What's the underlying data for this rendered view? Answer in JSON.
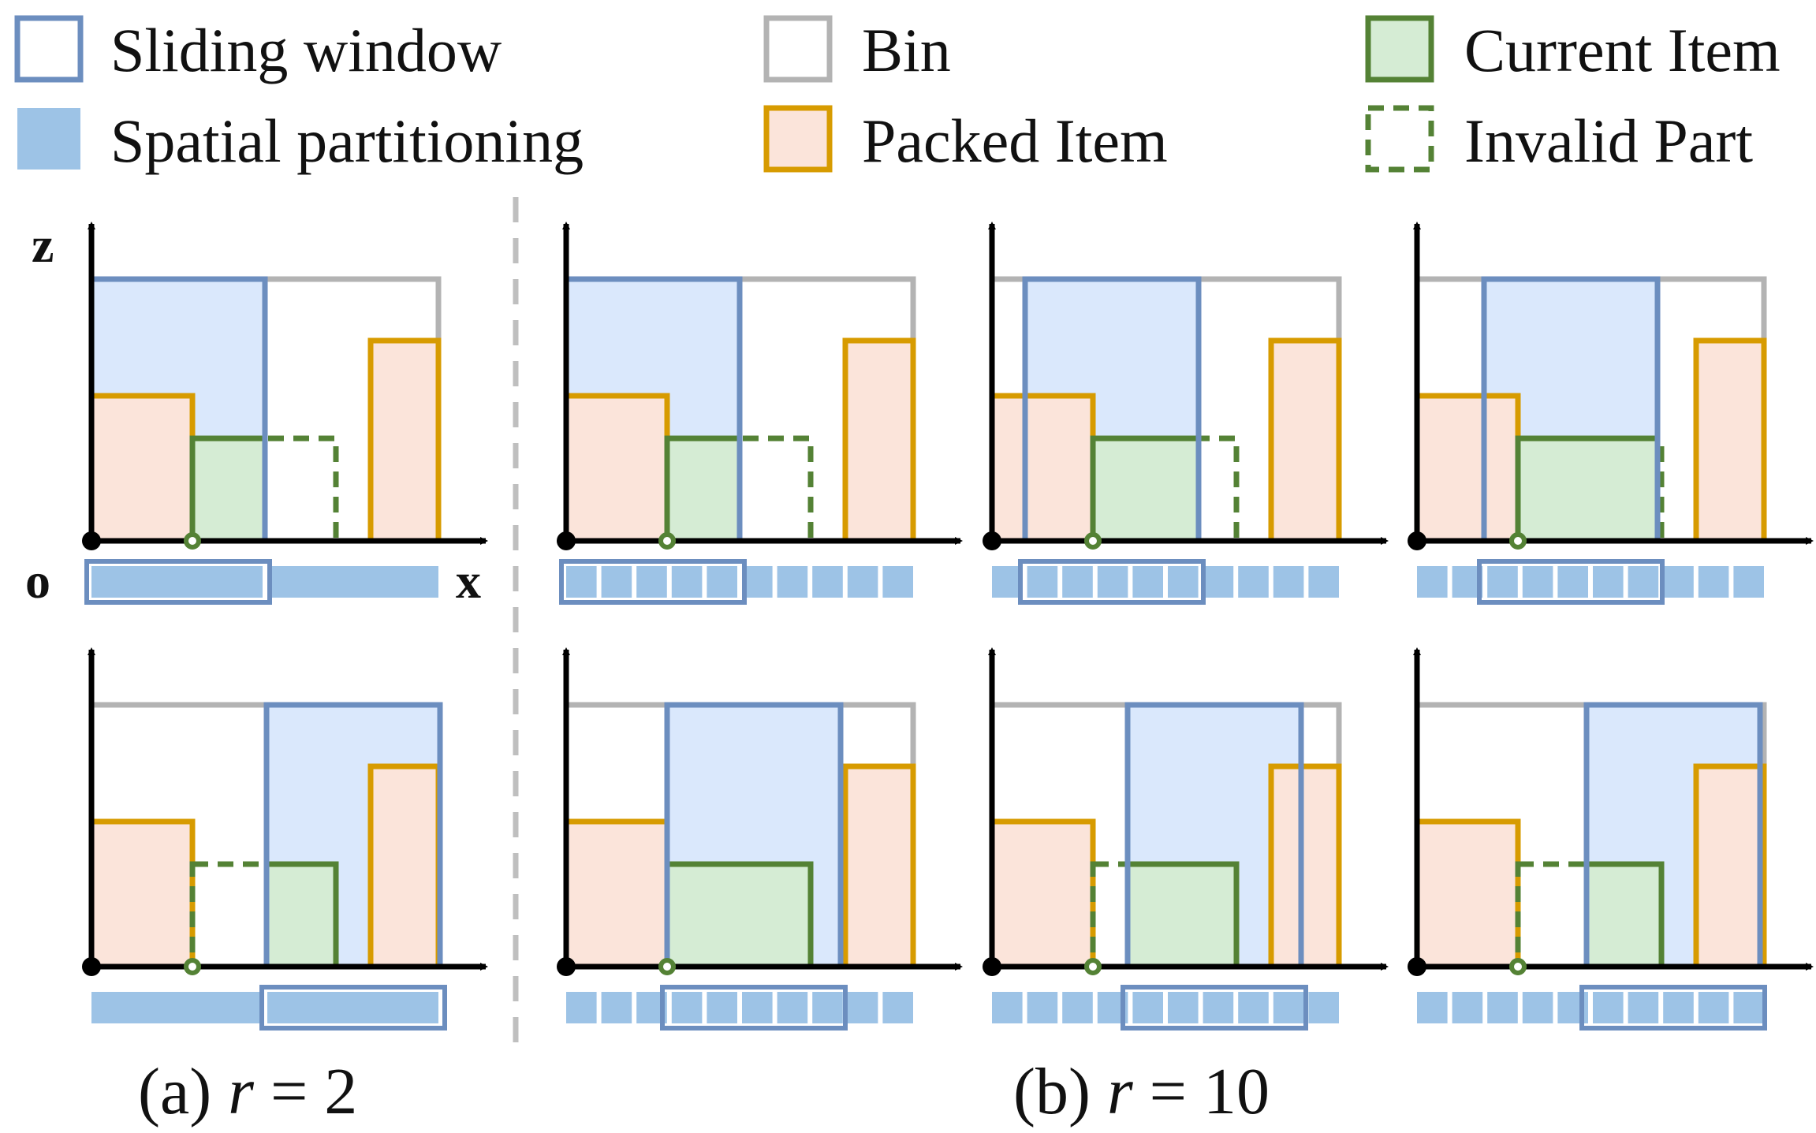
{
  "legend": [
    {
      "key": "sliding_window",
      "label": "Sliding window"
    },
    {
      "key": "bin",
      "label": "Bin"
    },
    {
      "key": "current_item",
      "label": "Current Item"
    },
    {
      "key": "spatial_partitioning",
      "label": "Spatial partitioning"
    },
    {
      "key": "packed_item",
      "label": "Packed Item"
    },
    {
      "key": "invalid_part",
      "label": "Invalid Part"
    }
  ],
  "axes": {
    "z": "z",
    "origin": "o",
    "x": "x"
  },
  "captions": {
    "a": {
      "prefix": "(a) ",
      "var": "r",
      "rest": " = 2"
    },
    "b": {
      "prefix": "(b) ",
      "var": "r",
      "rest": " = 10"
    }
  },
  "colors": {
    "window_stroke": "#6c8ebf",
    "window_fill": "#dae8fc",
    "bin_stroke": "#b3b3b3",
    "packed_stroke": "#d79b00",
    "packed_fill": "#fbe4da",
    "current_stroke": "#548235",
    "current_fill": "#d5ecd4",
    "partition_fill": "#9dc3e6",
    "axis": "#000000",
    "separator": "#bfbfbf"
  },
  "panels": [
    {
      "id": "a-top",
      "r": 2,
      "window_start": 0,
      "window_cells": 1
    },
    {
      "id": "a-bottom",
      "r": 2,
      "window_start": 1,
      "window_cells": 1
    },
    {
      "id": "b1-top",
      "r": 10,
      "window_start": 0,
      "window_cells": 5
    },
    {
      "id": "b2-top",
      "r": 10,
      "window_start": 1,
      "window_cells": 5
    },
    {
      "id": "b3-top",
      "r": 10,
      "window_start": 2,
      "window_cells": 5
    },
    {
      "id": "b1-bottom",
      "r": 10,
      "window_start": 3,
      "window_cells": 5
    },
    {
      "id": "b2-bottom",
      "r": 10,
      "window_start": 4,
      "window_cells": 5
    },
    {
      "id": "b3-bottom",
      "r": 10,
      "window_start": 5,
      "window_cells": 5
    }
  ]
}
